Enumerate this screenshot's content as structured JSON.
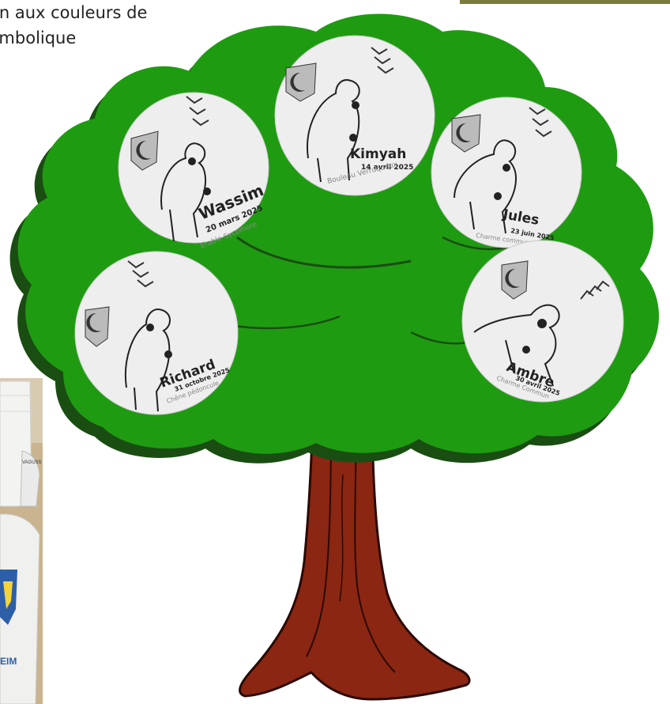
{
  "caption": {
    "line1": "on aux couleurs de",
    "line2": "ymbolique"
  },
  "medallions": [
    {
      "name": "Wassim",
      "date": "20 mars 2025",
      "tree": "Erable Sycomore"
    },
    {
      "name": "Kimyah",
      "date": "14 avril 2025",
      "tree": "Bouleau Verruqueux"
    },
    {
      "name": "Jules",
      "date": "23 juin 2025",
      "tree": "Charme commun"
    },
    {
      "name": "Richard",
      "date": "31 octobre 2025",
      "tree": "Chêne pédoncule"
    },
    {
      "name": "Ambre",
      "date": "30 avril 2025",
      "tree": "Charme Commun"
    }
  ],
  "photo": {
    "cup_text": "EIM"
  },
  "colors": {
    "foliage": "#1f9b12",
    "foliage_dark": "#1a4d12",
    "trunk": "#8b2612",
    "trunk_outline": "#2a0a05",
    "medallion": "#eeeeee"
  }
}
